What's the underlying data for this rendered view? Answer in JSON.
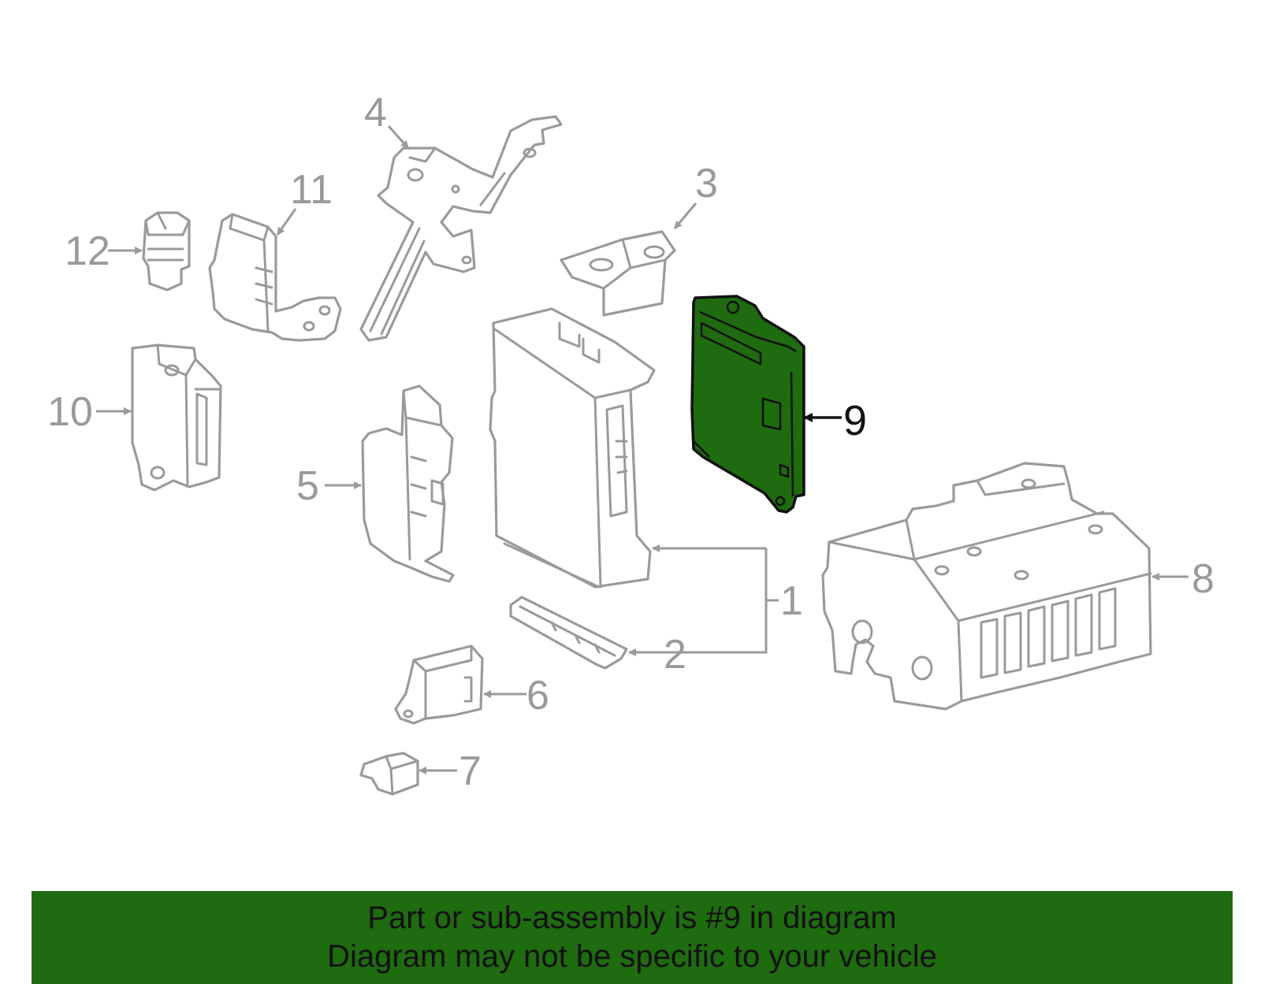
{
  "diagram": {
    "highlight_color": "#1f6b10",
    "line_color": "#9a9a9a",
    "highlighted_part": "9",
    "callouts": {
      "c1": "1",
      "c2": "2",
      "c3": "3",
      "c4": "4",
      "c5": "5",
      "c6": "6",
      "c7": "7",
      "c8": "8",
      "c9": "9",
      "c10": "10",
      "c11": "11",
      "c12": "12"
    }
  },
  "banner": {
    "line1": "Part or sub-assembly is #9 in diagram",
    "line2": "Diagram may not be specific to your vehicle"
  }
}
